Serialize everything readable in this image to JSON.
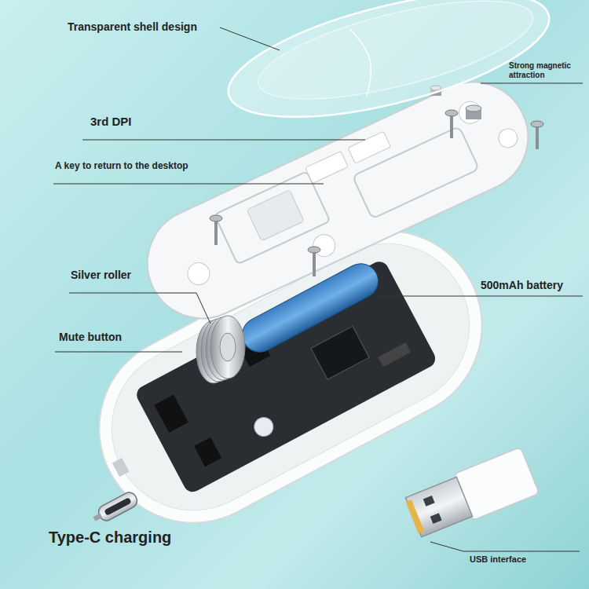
{
  "diagram": {
    "labels": [
      "Transparent shell design",
      "Strong magnetic attraction",
      "3rd DPI",
      "A key to return to the desktop",
      "Silver roller",
      "500mAh battery",
      "Mute button",
      "Type-C charging",
      "USB interface"
    ]
  }
}
